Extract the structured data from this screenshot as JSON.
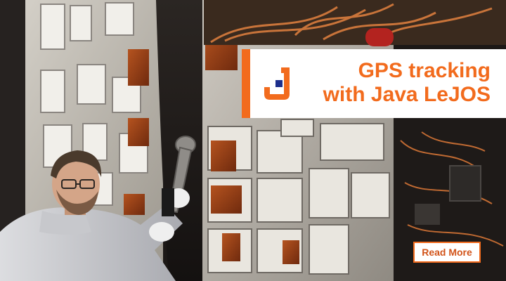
{
  "banner": {
    "title_line1": "GPS tracking",
    "title_line2": "with Java LeJOS",
    "cta_label": "Read More",
    "logo_icon": "java-logo-icon",
    "photo_subject": "technician-with-satellite-hardware",
    "colors": {
      "accent": "#f26b1d",
      "cta_text": "#d2541a",
      "logo_blue": "#1c2f8c",
      "card_background": "#ffffff"
    }
  }
}
